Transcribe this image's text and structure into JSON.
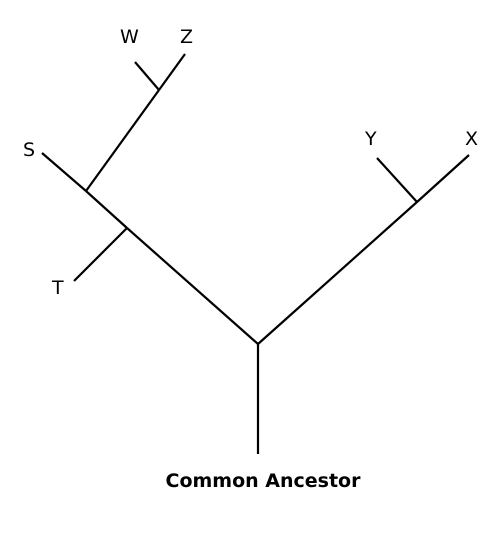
{
  "diagram": {
    "root_label": "Common Ancestor",
    "taxa": {
      "w": "W",
      "z": "Z",
      "s": "S",
      "t": "T",
      "y": "Y",
      "x": "X"
    }
  }
}
